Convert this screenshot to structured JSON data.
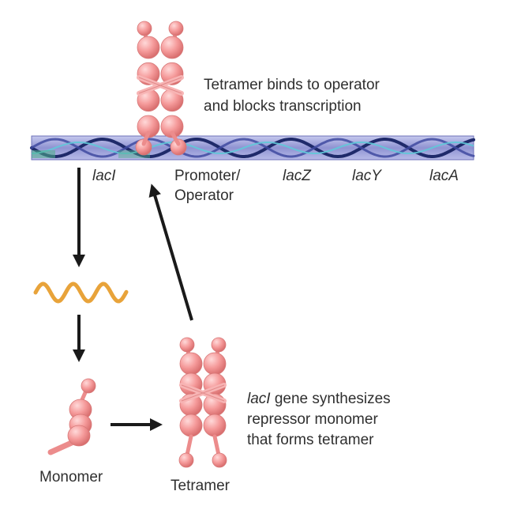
{
  "caption_top": {
    "line1": "Tetramer binds to operator",
    "line2": "and blocks transcription"
  },
  "genes": {
    "lacI": "lacI",
    "promoter_line1": "Promoter/",
    "promoter_line2": "Operator",
    "lacZ": "lacZ",
    "lacY": "lacY",
    "lacA": "lacA"
  },
  "caption_bottom": {
    "line1_italic": "lacI",
    "line1_rest": " gene synthesizes",
    "line2": "repressor monomer",
    "line3": "that forms tetramer"
  },
  "labels": {
    "monomer": "Monomer",
    "tetramer": "Tetramer"
  },
  "colors": {
    "protein": "#f4a0a0",
    "protein_dark": "#e07b7b",
    "dna_band": "#9a9ed8",
    "dna_strand": "#1f2a6a",
    "dna_highlight": "#5fc9d8",
    "mrna": "#e8a33a",
    "arrow": "#1a1a1a"
  }
}
